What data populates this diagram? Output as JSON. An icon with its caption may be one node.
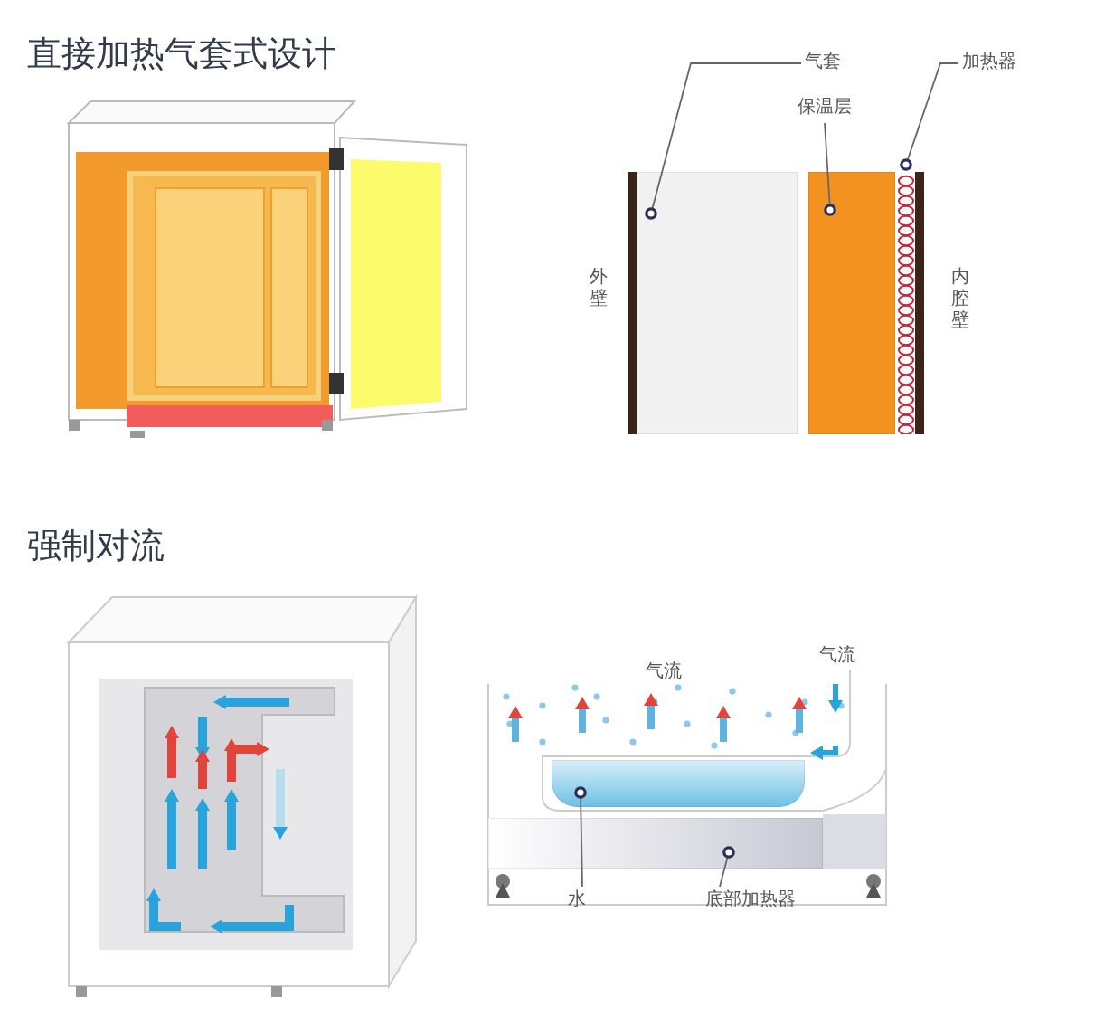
{
  "diagram": {
    "title": "直接加热气套式设计",
    "nodes": [
      {
        "text": [
          "气套"
        ]
      },
      {
        "text": [
          "保温层"
        ]
      },
      {
        "text": [
          "加热器"
        ]
      },
      {
        "text": [],
        "shape": "box"
      },
      {
        "text": [],
        "shape": "box"
      },
      {
        "text": [],
        "shape": "bar"
      },
      {
        "text": [
          "水"
        ]
      },
      {
        "text": [
          "底部加热器"
        ]
      },
      {
        "text": [],
        "shape": "box"
      },
      {
        "text": [],
        "shape": "box"
      }
    ],
    "edges": [
      {
        "from": 0,
        "to": 3,
        "arrow": "other"
      },
      {
        "from": 1,
        "to": 4,
        "arrow": "other"
      },
      {
        "from": 2,
        "to": 5,
        "arrow": "other"
      },
      {
        "from": 6,
        "to": 8,
        "arrow": "other"
      },
      {
        "from": 7,
        "to": 9,
        "arrow": "other"
      }
    ],
    "labels": [
      "强制对流",
      "外壁",
      "内腔壁",
      "气流",
      "气流"
    ]
  }
}
